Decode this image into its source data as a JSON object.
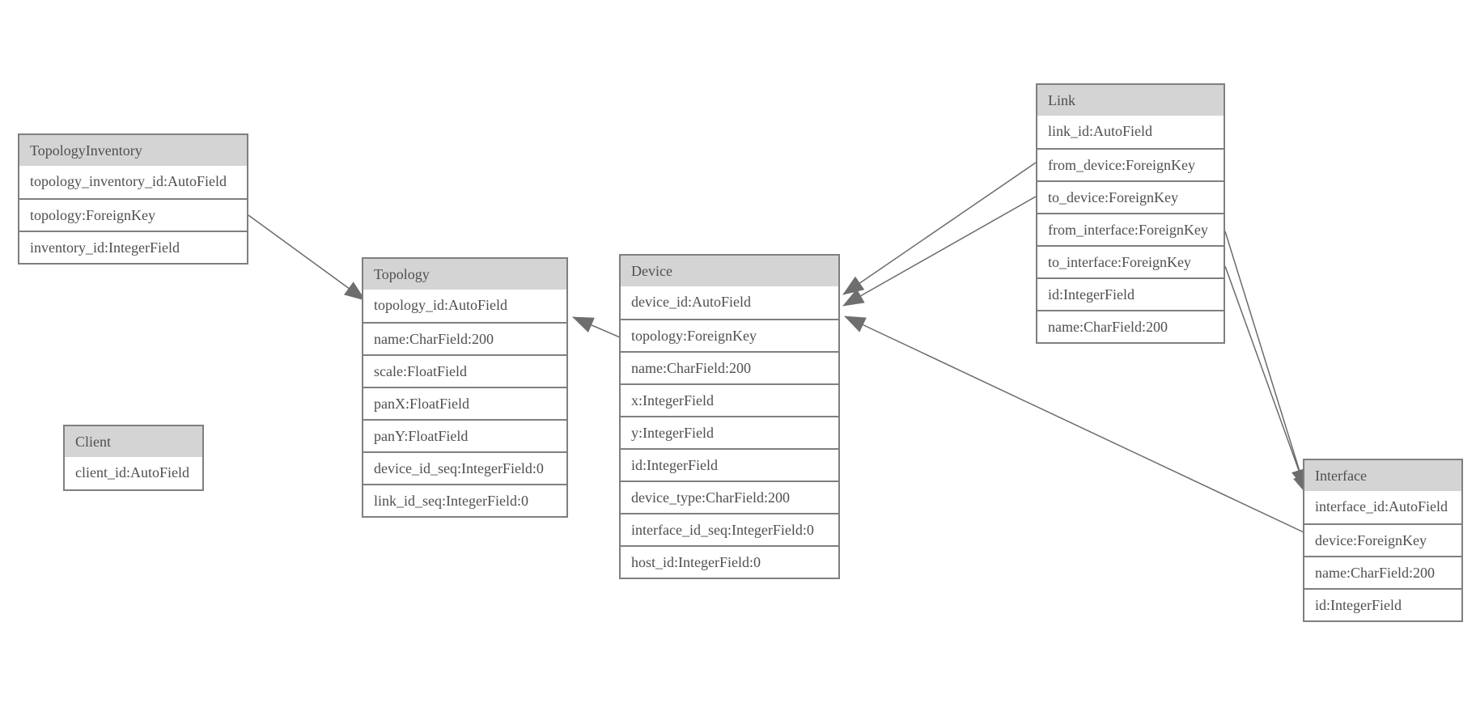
{
  "diagram": {
    "colors": {
      "background": "#ffffff",
      "header_fill": "#d4d4d4",
      "border": "#7f7f7f",
      "text": "#4f4f4f",
      "edge_line": "#6b6b6b",
      "arrowhead_fill": "#6e6e6e"
    },
    "entities": [
      {
        "name": "TopologyInventory",
        "fields": [
          "topology_inventory_id:AutoField",
          "topology:ForeignKey",
          "inventory_id:IntegerField"
        ]
      },
      {
        "name": "Topology",
        "fields": [
          "topology_id:AutoField",
          "name:CharField:200",
          "scale:FloatField",
          "panX:FloatField",
          "panY:FloatField",
          "device_id_seq:IntegerField:0",
          "link_id_seq:IntegerField:0"
        ]
      },
      {
        "name": "Client",
        "fields": [
          "client_id:AutoField"
        ]
      },
      {
        "name": "Device",
        "fields": [
          "device_id:AutoField",
          "topology:ForeignKey",
          "name:CharField:200",
          "x:IntegerField",
          "y:IntegerField",
          "id:IntegerField",
          "device_type:CharField:200",
          "interface_id_seq:IntegerField:0",
          "host_id:IntegerField:0"
        ]
      },
      {
        "name": "Link",
        "fields": [
          "link_id:AutoField",
          "from_device:ForeignKey",
          "to_device:ForeignKey",
          "from_interface:ForeignKey",
          "to_interface:ForeignKey",
          "id:IntegerField",
          "name:CharField:200"
        ]
      },
      {
        "name": "Interface",
        "fields": [
          "interface_id:AutoField",
          "device:ForeignKey",
          "name:CharField:200",
          "id:IntegerField"
        ]
      }
    ],
    "relationships": [
      {
        "from": "TopologyInventory.topology",
        "to": "Topology"
      },
      {
        "from": "Device.topology",
        "to": "Topology"
      },
      {
        "from": "Link.from_device",
        "to": "Device"
      },
      {
        "from": "Link.to_device",
        "to": "Device"
      },
      {
        "from": "Interface.device",
        "to": "Device"
      },
      {
        "from": "Link.from_interface",
        "to": "Interface"
      },
      {
        "from": "Link.to_interface",
        "to": "Interface"
      }
    ]
  }
}
